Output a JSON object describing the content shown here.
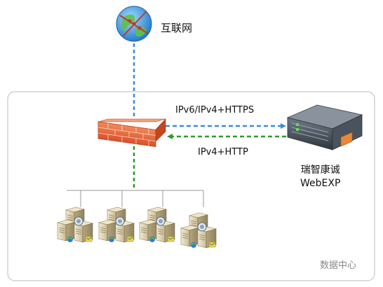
{
  "internet": {
    "label": "互联网",
    "icon": "globe-icon"
  },
  "connections": {
    "outbound": {
      "protocol": "IPv6/IPv4+HTTPS",
      "color": "#3a8be0"
    },
    "inbound": {
      "protocol": "IPv4+HTTP",
      "color": "#2d9a2d"
    }
  },
  "product": {
    "name_line1": "瑞智康诚",
    "name_line2": "WebEXP",
    "icon": "server-appliance-icon"
  },
  "datacenter": {
    "label": "数据中心",
    "border_color": "#bbbbbb"
  },
  "firewall": {
    "icon": "firewall-icon",
    "color": "#e8623a"
  },
  "server_groups": {
    "count": 4,
    "icon": "server-cluster-icon"
  }
}
